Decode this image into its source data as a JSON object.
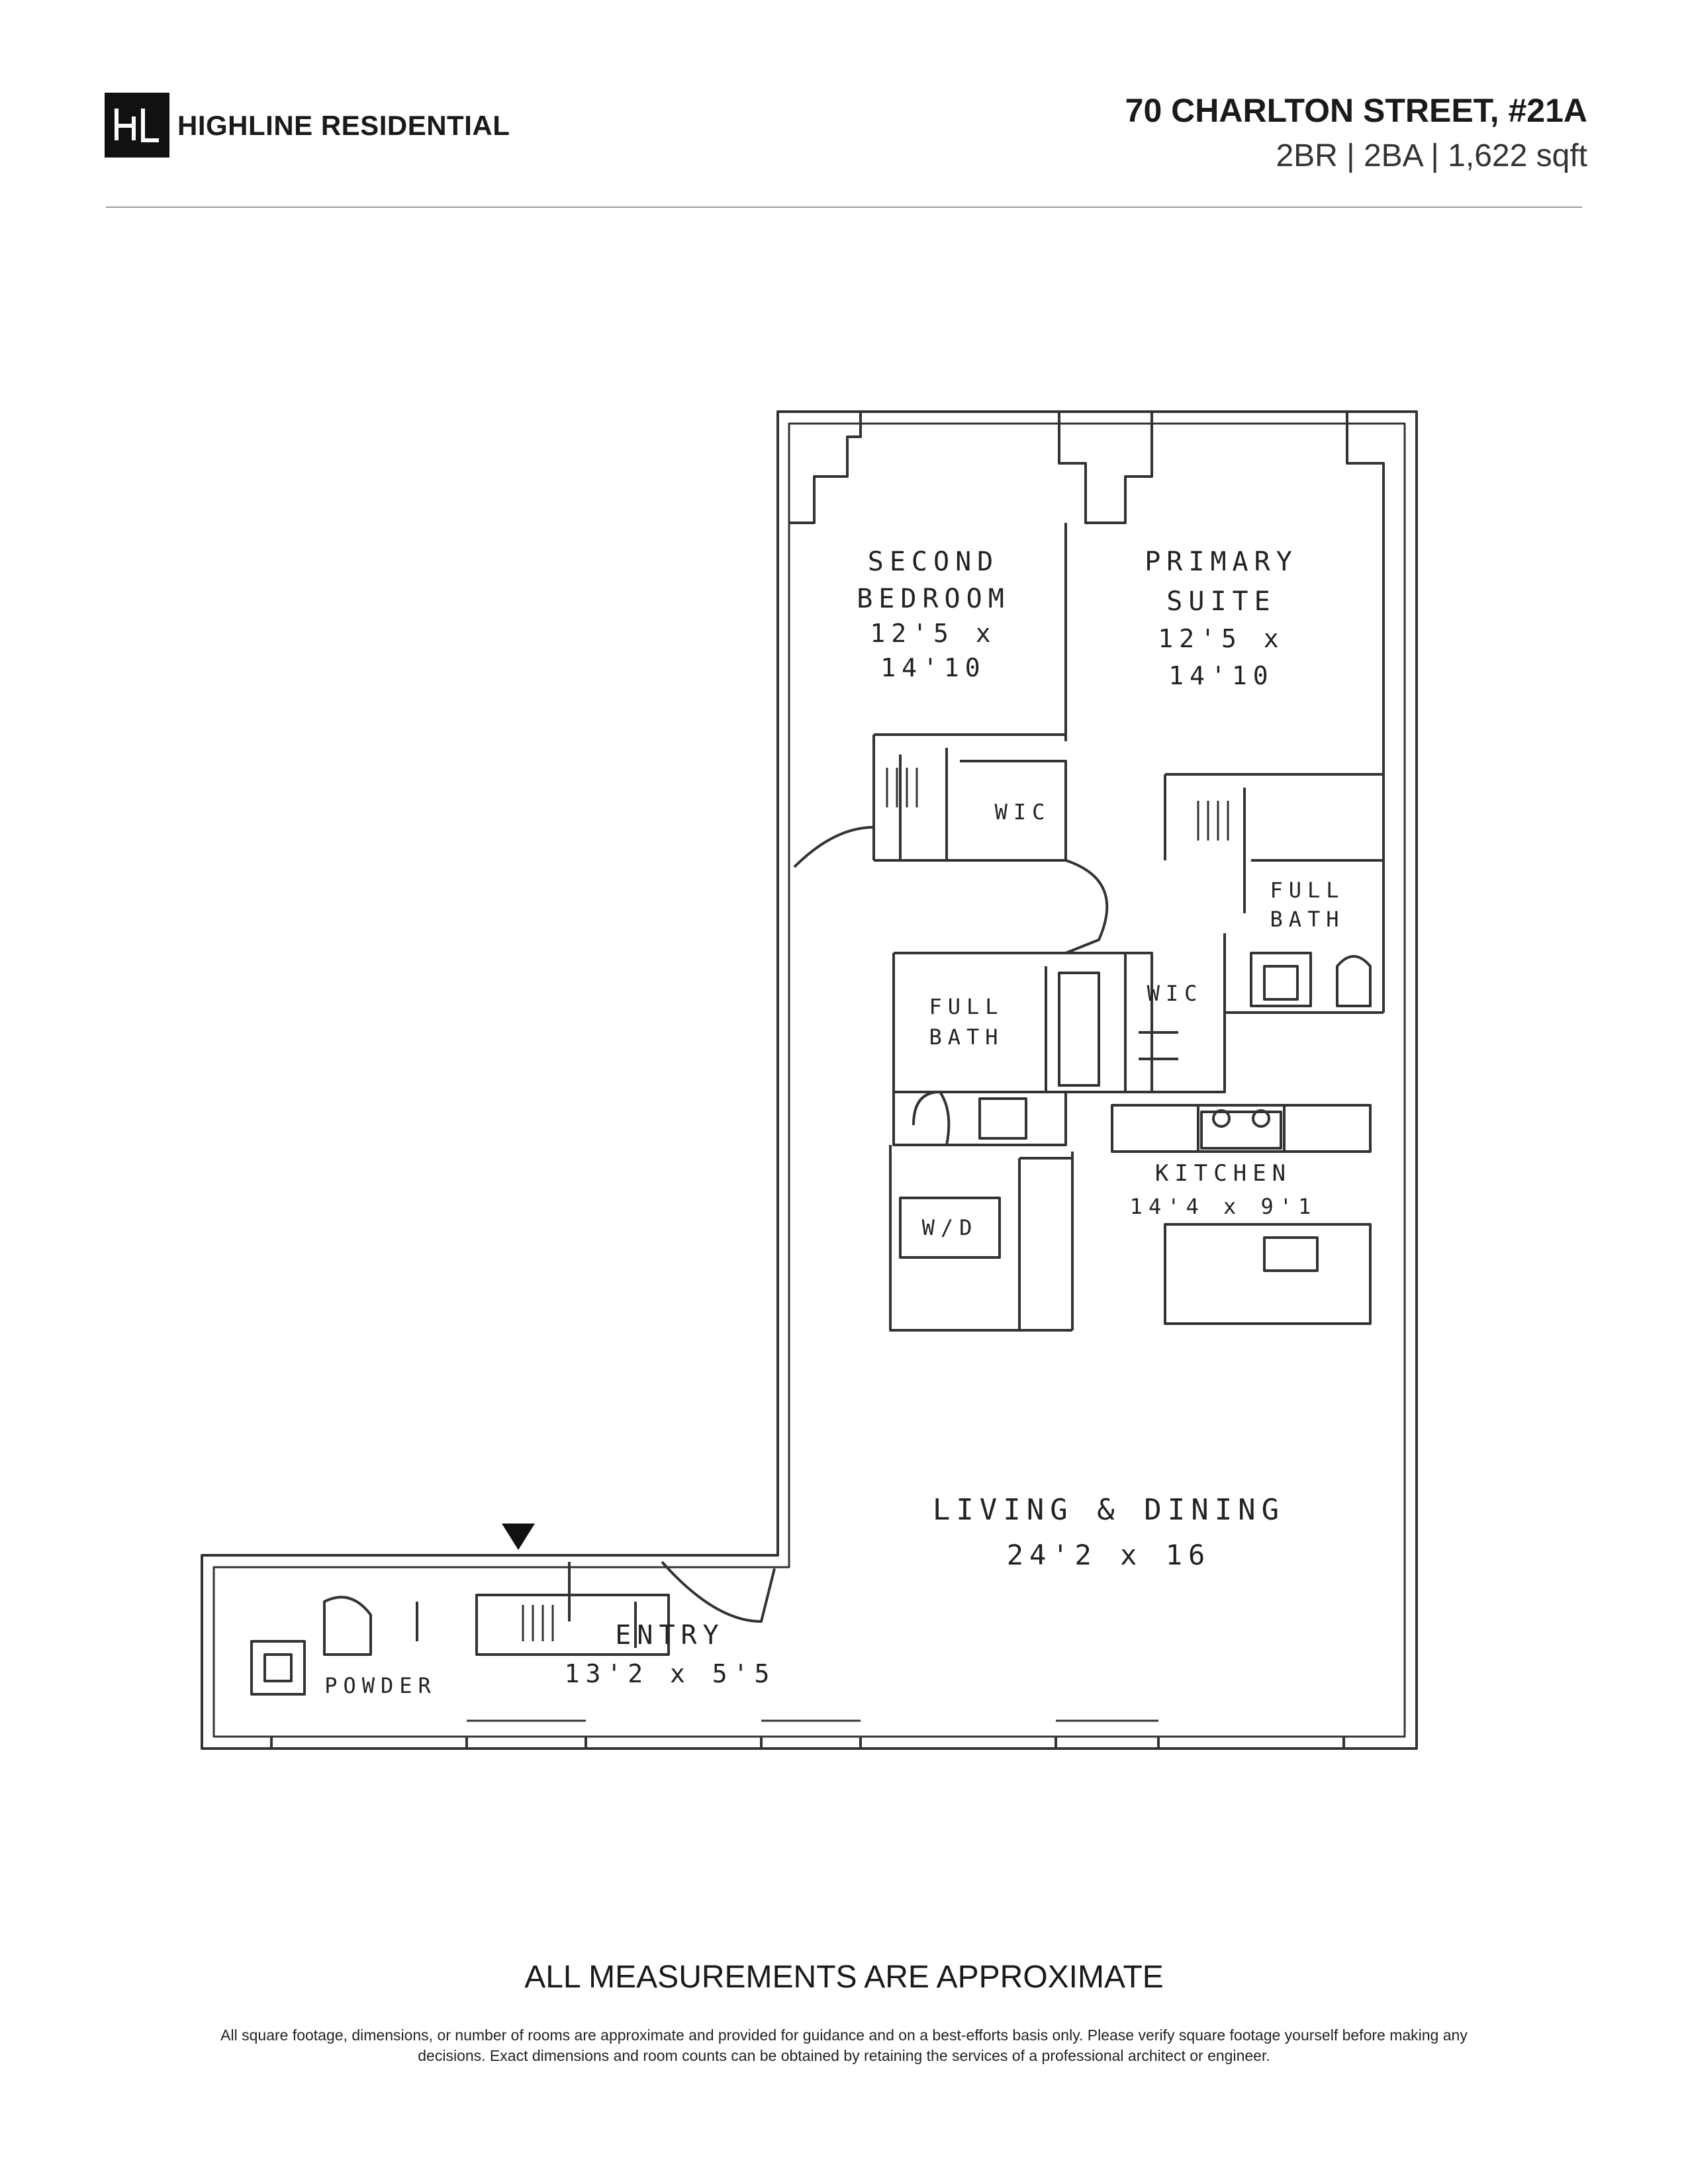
{
  "header": {
    "logo_text": "HL",
    "brand_name": "HIGHLINE RESIDENTIAL",
    "address": "70 CHARLTON STREET, #21A",
    "specs": "2BR | 2BA | 1,622 sqft"
  },
  "rooms": {
    "second_bedroom": {
      "name1": "SECOND",
      "name2": "BEDROOM",
      "dim1": "12'5 x",
      "dim2": "14'10"
    },
    "primary_suite": {
      "name1": "PRIMARY",
      "name2": "SUITE",
      "dim1": "12'5 x",
      "dim2": "14'10"
    },
    "wic_upper": "WIC",
    "wic_lower": "WIC",
    "full_bath_right": {
      "line1": "FULL",
      "line2": "BATH"
    },
    "full_bath_left": {
      "line1": "FULL",
      "line2": "BATH"
    },
    "laundry": "W/D",
    "kitchen": {
      "name": "KITCHEN",
      "dim": "14'4 x 9'1"
    },
    "living": {
      "name": "LIVING & DINING",
      "dim": "24'2 x 16"
    },
    "entry": {
      "name": "ENTRY",
      "dim": "13'2 x 5'5"
    },
    "powder": "POWDER"
  },
  "footer": {
    "note": "ALL MEASUREMENTS ARE APPROXIMATE",
    "disclaimer_line1": "All square footage, dimensions, or number of rooms are approximate and provided for guidance and on a best-efforts basis only. Please verify square footage yourself before making any",
    "disclaimer_line2": "decisions. Exact dimensions and room counts can be obtained by retaining the services of a professional architect or engineer."
  }
}
